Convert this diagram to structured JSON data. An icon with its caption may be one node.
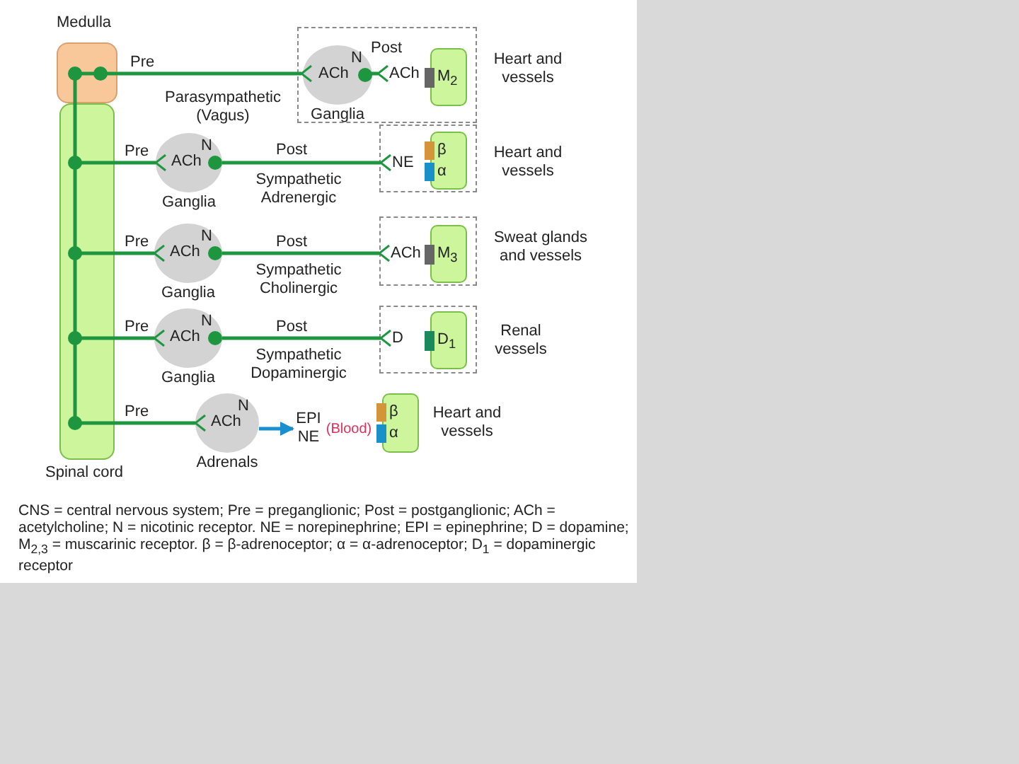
{
  "diagram": {
    "nodes": [
      {
        "text": [
          "Medulla"
        ]
      },
      {
        "text": [
          "Spinal cord"
        ]
      },
      {
        "text": [],
        "shape": "box"
      },
      {
        "text": [
          "N",
          "ACh",
          "Ganglia"
        ],
        "in": 2
      },
      {
        "text": [
          "ACh"
        ],
        "in": 2
      },
      {
        "text": [
          "M$_{2}$"
        ],
        "in": 2,
        "beside": [
          "Heart and vessels"
        ]
      },
      {
        "text": [
          "N",
          "ACh",
          "Ganglia"
        ]
      },
      {
        "text": [],
        "shape": "box"
      },
      {
        "text": [
          "NE"
        ],
        "in": 7
      },
      {
        "text": [
          "β",
          "α"
        ],
        "in": 7,
        "beside": [
          "Heart and vessels"
        ]
      },
      {
        "text": [
          "N",
          "ACh",
          "Ganglia"
        ]
      },
      {
        "text": [],
        "shape": "box"
      },
      {
        "text": [
          "ACh"
        ],
        "in": 11
      },
      {
        "text": [
          "M$_{3}$"
        ],
        "in": 11,
        "beside": [
          "Sweat glands and vessels"
        ]
      },
      {
        "text": [
          "N",
          "ACh",
          "Ganglia"
        ]
      },
      {
        "text": [],
        "shape": "box"
      },
      {
        "text": [
          "D"
        ],
        "in": 15
      },
      {
        "text": [
          "D$_{1}$"
        ],
        "in": 15,
        "beside": [
          "Renal vessels"
        ]
      },
      {
        "text": [
          "N",
          "ACh",
          "Adrenals"
        ]
      },
      {
        "text": [
          "EPI NE"
        ],
        "beside": [
          "(Blood)"
        ]
      },
      {
        "text": [
          "β",
          "α"
        ],
        "beside": [
          "Heart and vessels"
        ]
      }
    ],
    "edges": [
      {
        "from": 0,
        "to": 3,
        "arrow": "other",
        "label": "Pre"
      },
      {
        "from": 3,
        "to": 4,
        "arrow": "other",
        "label": "Post"
      },
      {
        "from": 1,
        "to": 6,
        "arrow": "other",
        "label": "Pre"
      },
      {
        "from": 6,
        "to": 8,
        "arrow": "other",
        "label": "Post"
      },
      {
        "from": 1,
        "to": 10,
        "arrow": "other",
        "label": "Pre"
      },
      {
        "from": 10,
        "to": 12,
        "arrow": "other",
        "label": "Post"
      },
      {
        "from": 1,
        "to": 14,
        "arrow": "other",
        "label": "Pre"
      },
      {
        "from": 14,
        "to": 16,
        "arrow": "other",
        "label": "Post"
      },
      {
        "from": 1,
        "to": 18,
        "arrow": "other",
        "label": "Pre"
      },
      {
        "from": 18,
        "to": 19,
        "arrow": "to",
        "color": "#1a8fd0"
      }
    ],
    "labels": [
      "Parasympathetic (Vagus)",
      "Sympathetic Adrenergic",
      "Sympathetic Cholinergic",
      "Sympathetic Dopaminergic"
    ],
    "caption": "CNS = central nervous system; Pre = preganglionic; Post = postganglionic; ACh = acetylcholine; N = nicotinic receptor. NE = norepinephrine; EPI = epinephrine; D = dopamine; M$_{2,3}$ = muscarinic receptor. β = β-adrenoceptor; α = α-adrenoceptor; D$_{1}$ = dopaminergic receptor"
  }
}
